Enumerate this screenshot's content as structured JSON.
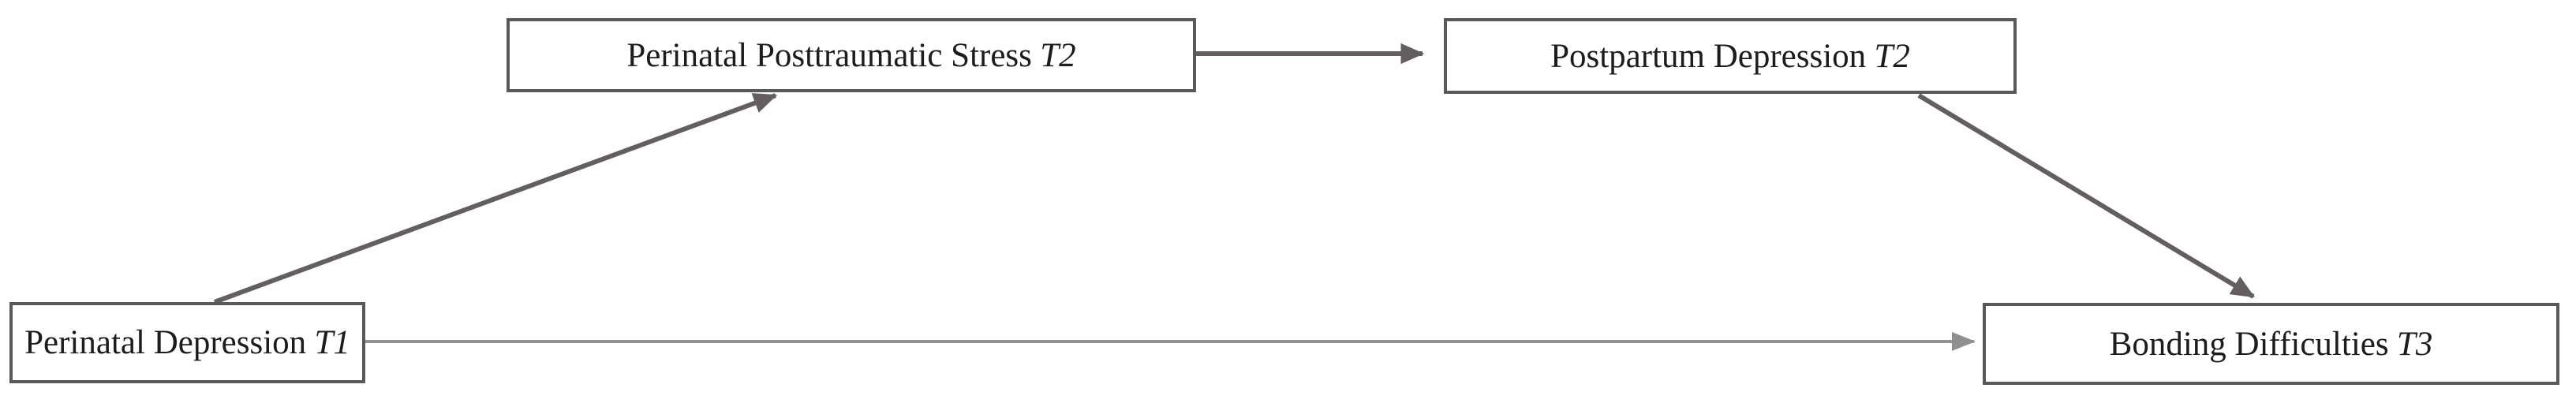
{
  "colors": {
    "background": "#ffffff",
    "box-border": "#58595b",
    "box-fill": "#ffffff",
    "text": "#1c1c1c",
    "arrow-dark": "#645d61",
    "arrow-light": "#8f8f8f"
  },
  "nodes": [
    {
      "label": "Perinatal Posttraumatic Stress",
      "time": "T2"
    },
    {
      "label": "Postpartum Depression",
      "time": "T2"
    },
    {
      "label": "Perinatal Depression",
      "time": "T1"
    },
    {
      "label": "Bonding Difficulties",
      "time": "T3"
    }
  ],
  "edges": [
    {
      "from": "Perinatal Depression T1",
      "to": "Perinatal Posttraumatic Stress T2",
      "style": "dark-thick"
    },
    {
      "from": "Perinatal Posttraumatic Stress T2",
      "to": "Postpartum Depression T2",
      "style": "dark-thick"
    },
    {
      "from": "Postpartum Depression T2",
      "to": "Bonding Difficulties T3",
      "style": "dark-thick"
    },
    {
      "from": "Perinatal Depression T1",
      "to": "Bonding Difficulties T3",
      "style": "light-thin"
    }
  ]
}
